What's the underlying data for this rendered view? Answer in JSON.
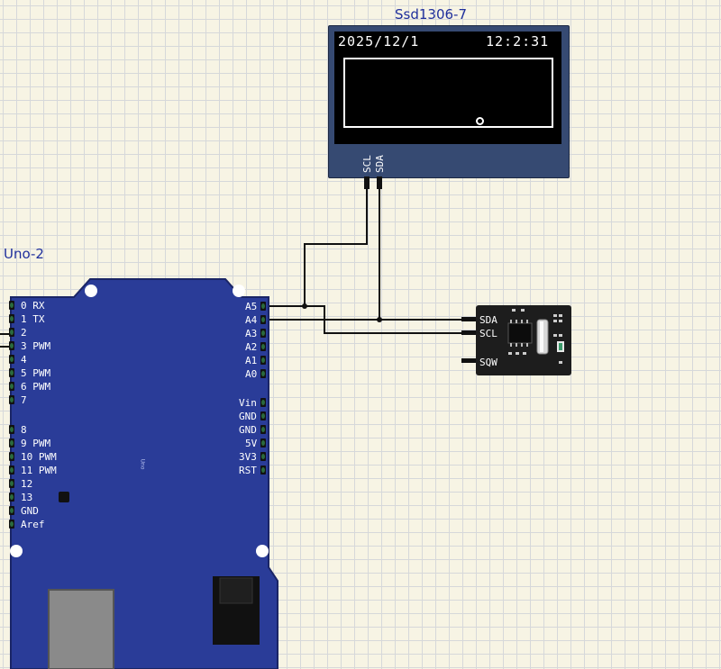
{
  "oled": {
    "title": "Ssd1306-7",
    "date": "2025/12/1",
    "time": "12:2:31",
    "pin_scl": "SCL",
    "pin_sda": "SDA"
  },
  "uno": {
    "title": "Uno-2",
    "board_label": "Uno",
    "left_pins_top": [
      "0 RX",
      "1 TX",
      "2",
      "3 PWM",
      "4",
      "5 PWM",
      "6 PWM",
      "7"
    ],
    "left_pins_bottom": [
      "8",
      "9 PWM",
      "10 PWM",
      "11 PWM",
      "12",
      "13",
      "GND",
      "Aref"
    ],
    "right_analog_pins": [
      "A5",
      "A4",
      "A3",
      "A2",
      "A1",
      "A0"
    ],
    "right_power_pins": [
      "Vin",
      "GND",
      "GND",
      "5V",
      "3V3",
      "RST"
    ]
  },
  "rtc": {
    "pin_sda": "SDA",
    "pin_scl": "SCL",
    "pin_sqw": "SQW"
  },
  "colors": {
    "board_blue": "#2a3c98",
    "oled_body": "#364a72",
    "title_text": "#1f2f9c",
    "wire": "#111111"
  }
}
